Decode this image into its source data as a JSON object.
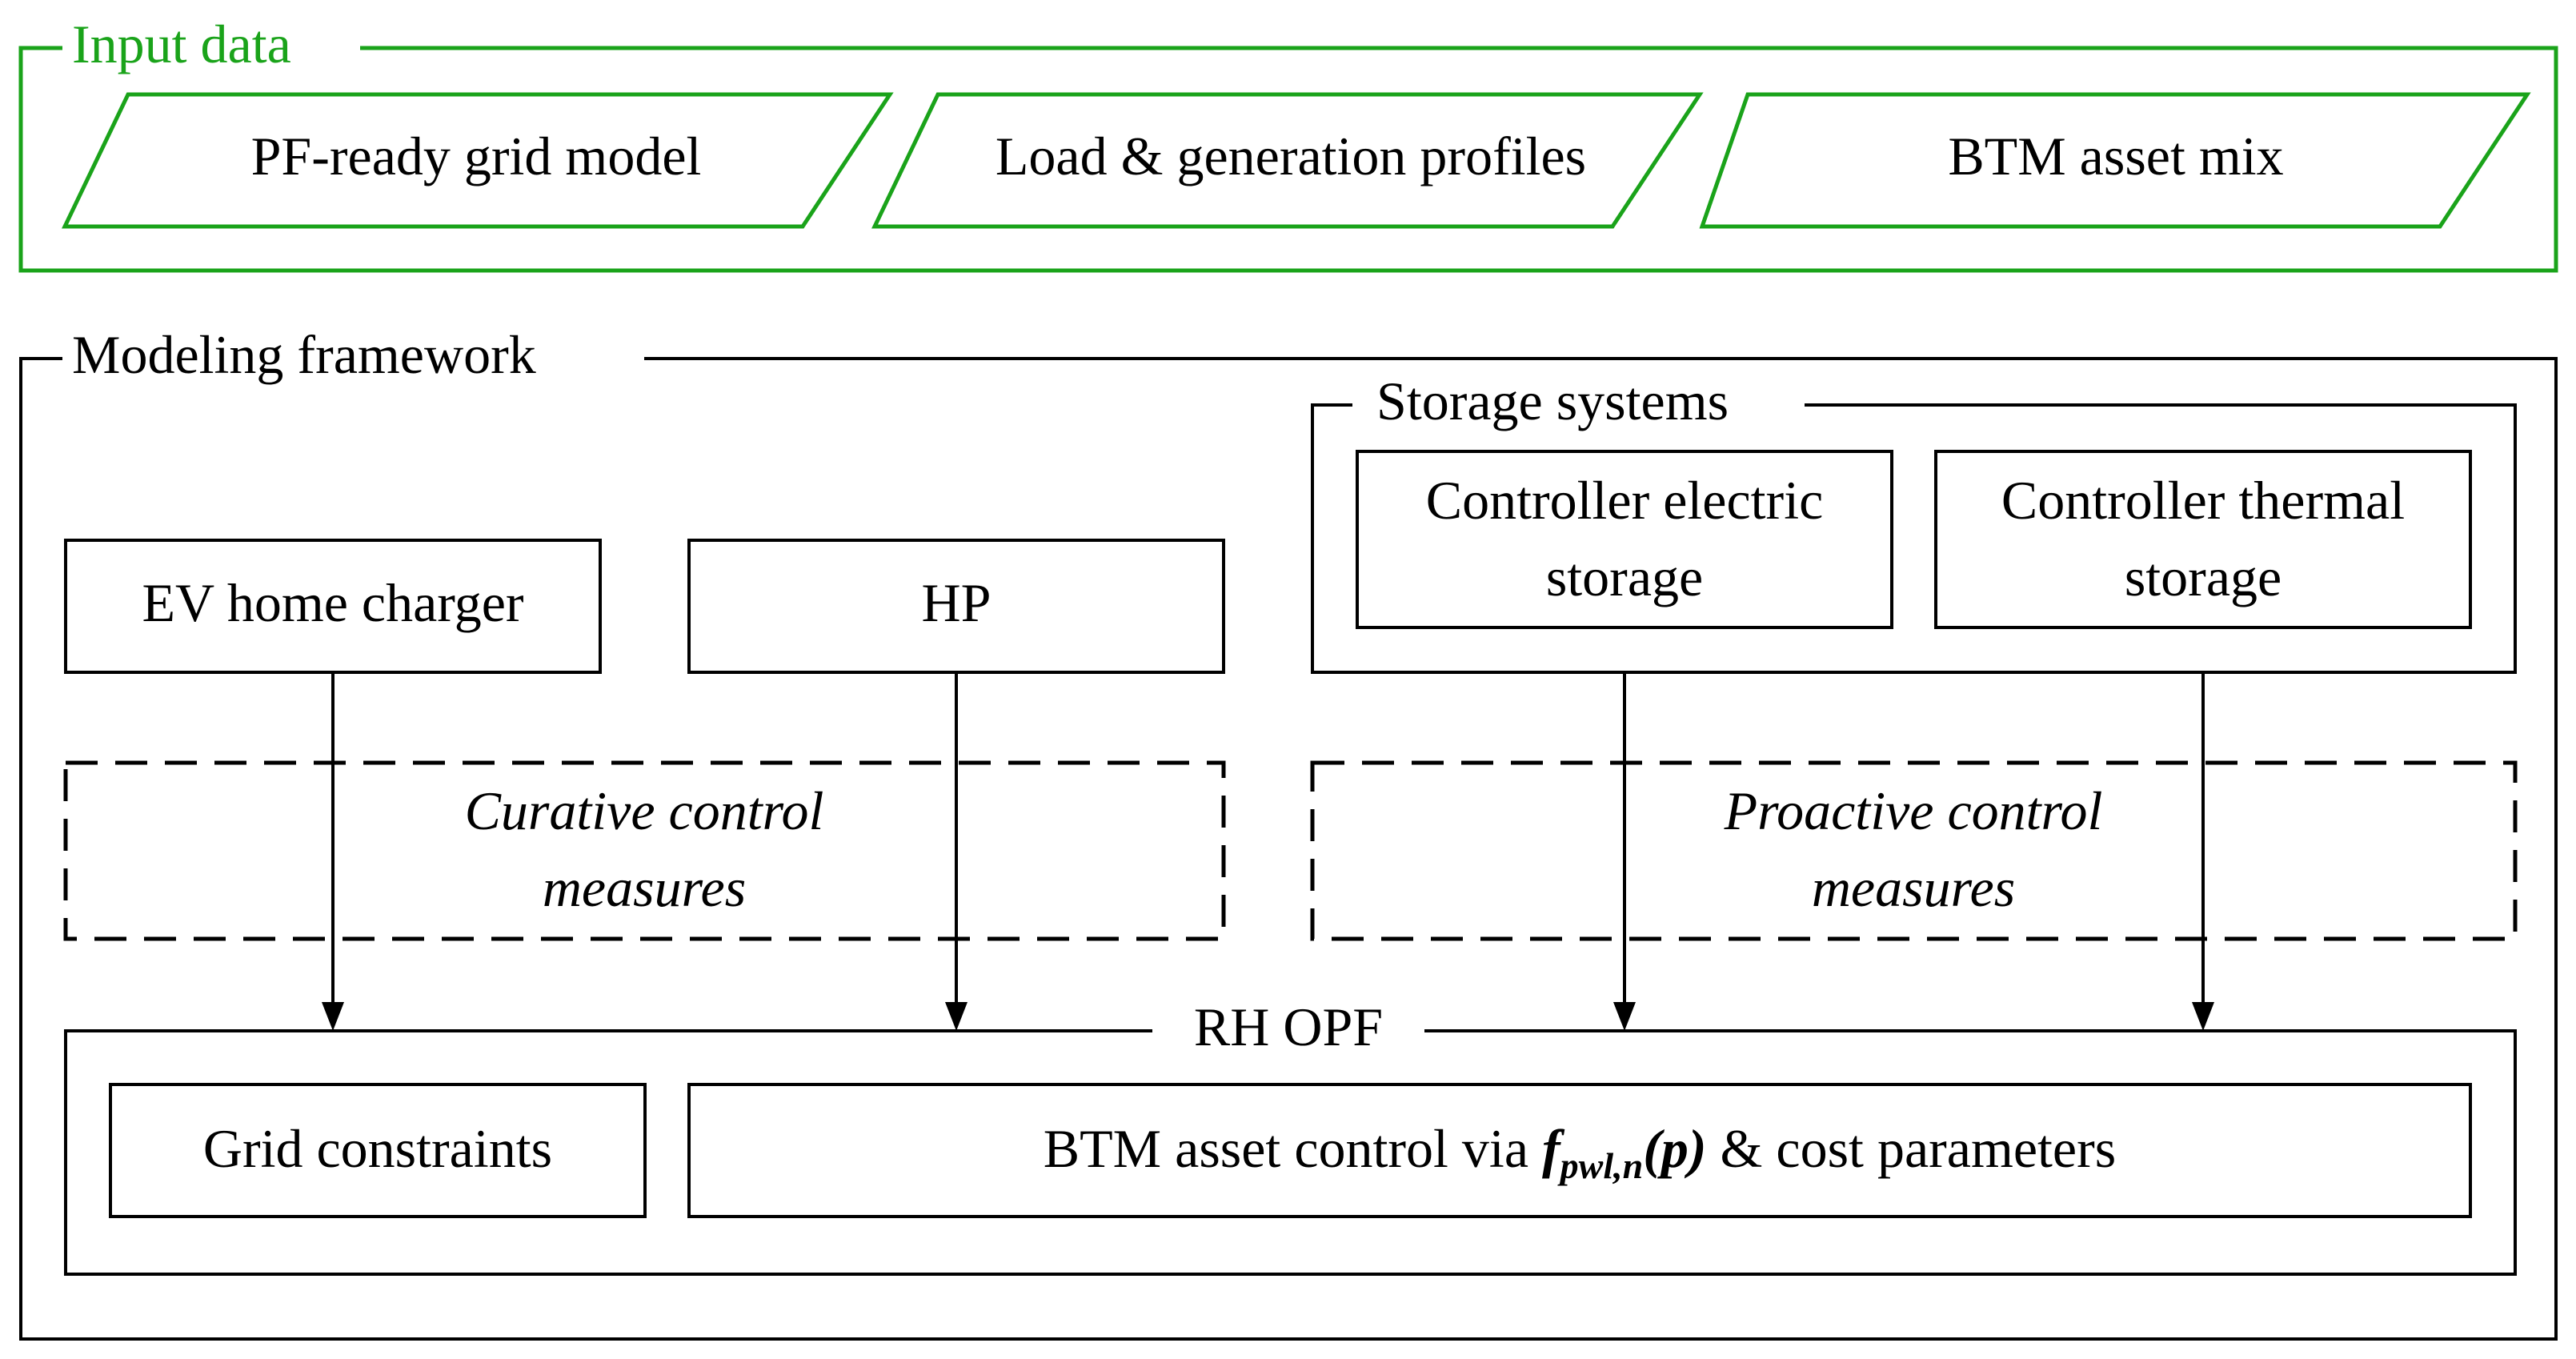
{
  "colors": {
    "input_group": "#1aa31a",
    "stroke": "#000000",
    "background": "#ffffff"
  },
  "input_data": {
    "title": "Input data",
    "items": [
      "PF-ready grid model",
      "Load & generation profiles",
      "BTM asset mix"
    ]
  },
  "framework": {
    "title": "Modeling framework",
    "ev_charger": "EV home charger",
    "hp": "HP",
    "storage": {
      "title": "Storage systems",
      "electric_line1": "Controller electric",
      "electric_line2": "storage",
      "thermal_line1": "Controller thermal",
      "thermal_line2": "storage"
    },
    "curative": {
      "line1": "Curative control",
      "line2": "measures"
    },
    "proactive": {
      "line1": "Proactive control",
      "line2": "measures"
    },
    "opf": {
      "title": "RH OPF",
      "grid_constraints": "Grid constraints",
      "btm_prefix": "BTM asset control via ",
      "btm_func": "f",
      "btm_sub": "pwl,n",
      "btm_arg": "(p)",
      "btm_suffix": " & cost parameters"
    }
  }
}
